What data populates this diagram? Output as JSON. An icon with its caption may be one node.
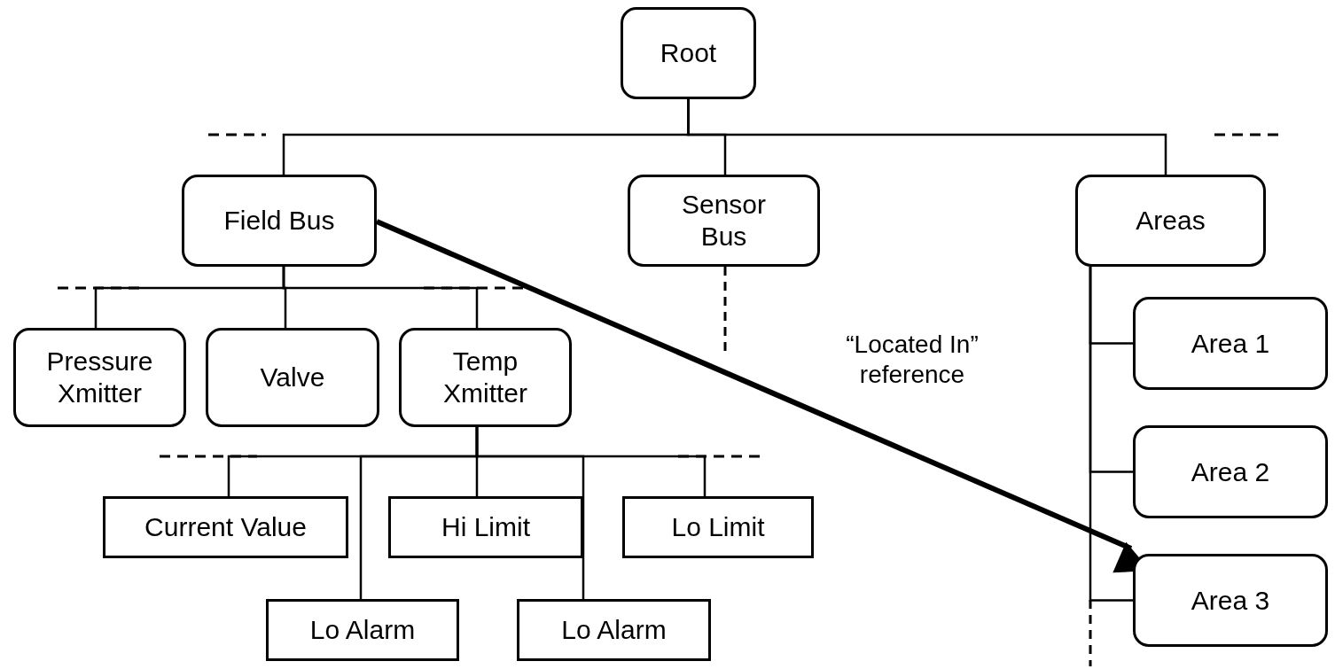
{
  "diagram": {
    "nodes": [
      {
        "text": [
          "Root"
        ]
      },
      {
        "text": [
          "Field Bus"
        ]
      },
      {
        "text": [
          "Sensor Bus"
        ]
      },
      {
        "text": [
          "Areas"
        ]
      },
      {
        "text": [
          "Pressure Xmitter"
        ]
      },
      {
        "text": [
          "Valve"
        ]
      },
      {
        "text": [
          "Temp Xmitter"
        ]
      },
      {
        "text": [
          "Current Value"
        ]
      },
      {
        "text": [
          "Hi Limit"
        ]
      },
      {
        "text": [
          "Lo Limit"
        ]
      },
      {
        "text": [
          "Lo Alarm"
        ]
      },
      {
        "text": [
          "Lo Alarm"
        ]
      },
      {
        "text": [
          "Area 1"
        ]
      },
      {
        "text": [
          "Area 2"
        ]
      },
      {
        "text": [
          "Area 3"
        ]
      }
    ],
    "edges": [
      {
        "from": 0,
        "to": 1,
        "arrow": "none"
      },
      {
        "from": 0,
        "to": 2,
        "arrow": "none"
      },
      {
        "from": 0,
        "to": 3,
        "arrow": "none"
      },
      {
        "from": 1,
        "to": 4,
        "arrow": "none"
      },
      {
        "from": 1,
        "to": 5,
        "arrow": "none"
      },
      {
        "from": 1,
        "to": 6,
        "arrow": "none"
      },
      {
        "from": 6,
        "to": 7,
        "arrow": "none"
      },
      {
        "from": 6,
        "to": 10,
        "arrow": "none"
      },
      {
        "from": 6,
        "to": 8,
        "arrow": "none"
      },
      {
        "from": 6,
        "to": 11,
        "arrow": "none"
      },
      {
        "from": 6,
        "to": 9,
        "arrow": "none"
      },
      {
        "from": 3,
        "to": 12,
        "arrow": "none"
      },
      {
        "from": 3,
        "to": 13,
        "arrow": "none"
      },
      {
        "from": 3,
        "to": 14,
        "arrow": "none"
      },
      {
        "from": 1,
        "to": 14,
        "arrow": "to",
        "label": "“Located In” reference",
        "style": "thick"
      }
    ]
  }
}
